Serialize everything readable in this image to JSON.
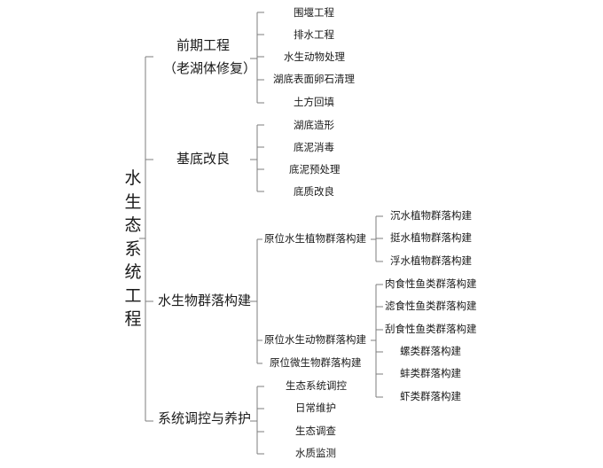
{
  "root": [
    "水",
    "生",
    "态",
    "系",
    "统",
    "工",
    "程"
  ],
  "branches": [
    {
      "label": "前期工程",
      "sublabel": "（老湖体修复）",
      "items": [
        "围堰工程",
        "排水工程",
        "水生动物处理",
        "湖底表面卵石清理",
        "土方回填"
      ]
    },
    {
      "label": "基底改良",
      "items": [
        "湖底造形",
        "底泥消毒",
        "底泥预处理",
        "底质改良"
      ]
    },
    {
      "label": "水生物群落构建",
      "subgroups": [
        {
          "label": "原位水生植物群落构建",
          "items": [
            "沉水植物群落构建",
            "挺水植物群落构建",
            "浮水植物群落构建"
          ]
        },
        {
          "label": "原位水生动物群落构建",
          "items": [
            "肉食性鱼类群落构建",
            "滤食性鱼类群落构建",
            "刮食性鱼类群落构建",
            "螺类群落构建",
            "蚌类群落构建",
            "虾类群落构建"
          ]
        },
        {
          "label": "原位微生物群落构建"
        }
      ]
    },
    {
      "label": "系统调控与养护",
      "items": [
        "生态系统调控",
        "日常维护",
        "生态调查",
        "水质监测"
      ]
    }
  ]
}
